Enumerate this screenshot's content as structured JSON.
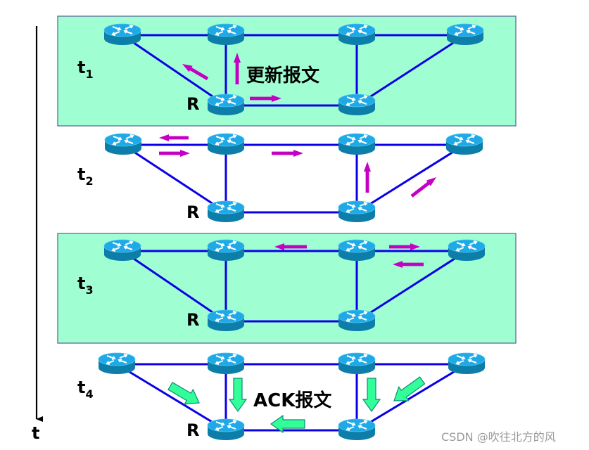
{
  "diagram": {
    "title": "OSPF flooding: update messages and ACK messages over time",
    "time_axis_label": "t",
    "router_label": "R",
    "colors": {
      "panel_bg": "#A0FFD2",
      "panel_border": "#5F6B9C",
      "link": "#0A00E6",
      "update_arrow": "#C400C4",
      "ack_arrow_fill": "#33FF99",
      "ack_arrow_stroke": "#0E8A7A",
      "router_top": "#1FA9E6",
      "router_side": "#0D7EA9",
      "axis": "#000000"
    },
    "nodes": [
      "TL",
      "TM",
      "TR",
      "FR",
      "R",
      "BR"
    ],
    "links": [
      [
        "TL",
        "TM"
      ],
      [
        "TM",
        "TR"
      ],
      [
        "TR",
        "FR"
      ],
      [
        "TL",
        "R"
      ],
      [
        "TM",
        "R"
      ],
      [
        "R",
        "BR"
      ],
      [
        "TR",
        "BR"
      ],
      [
        "BR",
        "FR"
      ]
    ],
    "stages": [
      {
        "label_main": "t",
        "label_sub": "1",
        "shaded": true,
        "message_label": "更新报文",
        "message_type": "update",
        "arrows": [
          {
            "from": "R",
            "to": "TL",
            "desc": "update to TL"
          },
          {
            "from": "R",
            "to": "TM",
            "desc": "update to TM"
          },
          {
            "from": "R",
            "to": "BR",
            "desc": "update to BR"
          }
        ]
      },
      {
        "label_main": "t",
        "label_sub": "2",
        "shaded": false,
        "message_label": "",
        "message_type": "update",
        "arrows": [
          {
            "from": "TM",
            "to": "TL"
          },
          {
            "from": "TL",
            "to": "TM"
          },
          {
            "from": "TM",
            "to": "TR"
          },
          {
            "from": "BR",
            "to": "TR"
          },
          {
            "from": "BR",
            "to": "FR"
          }
        ]
      },
      {
        "label_main": "t",
        "label_sub": "3",
        "shaded": true,
        "message_label": "",
        "message_type": "update",
        "arrows": [
          {
            "from": "TR",
            "to": "TM"
          },
          {
            "from": "TR",
            "to": "FR"
          },
          {
            "from": "FR",
            "to": "TR"
          }
        ]
      },
      {
        "label_main": "t",
        "label_sub": "4",
        "shaded": false,
        "message_label": "ACK报文",
        "message_type": "ack",
        "arrows": [
          {
            "from": "TL",
            "to": "R"
          },
          {
            "from": "TM",
            "to": "R"
          },
          {
            "from": "TR",
            "to": "BR"
          },
          {
            "from": "FR",
            "to": "BR"
          },
          {
            "from": "BR",
            "to": "R"
          }
        ]
      }
    ]
  },
  "watermark": "CSDN @吹往北方的风"
}
